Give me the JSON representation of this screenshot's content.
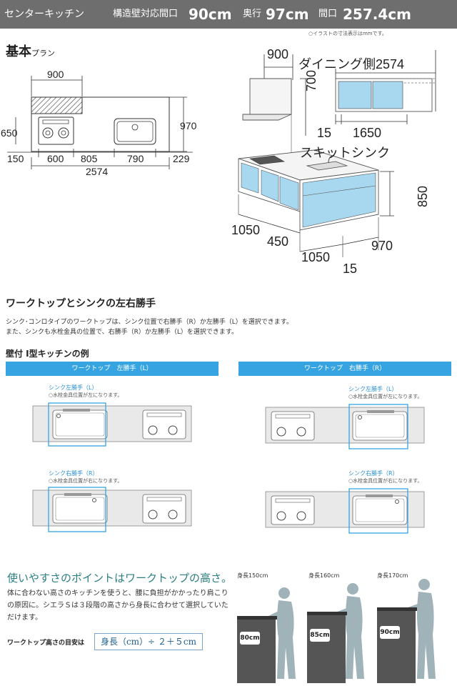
{
  "header": {
    "title": "センターキッチン",
    "width_label": "構造壁対応間口",
    "width_value": "90cm",
    "depth_label": "奥行",
    "depth_value": "97cm",
    "frontage_label": "間口",
    "frontage_value": "257.4cm"
  },
  "note_unit": "○イラストの寸法表示はmmです。",
  "plan": {
    "title_main": "基本",
    "title_sub": "プラン",
    "dims": {
      "top": "900",
      "left_height": "650",
      "right_height": "970",
      "d150": "150",
      "d600": "600",
      "d805": "805",
      "d790": "790",
      "d229": "229",
      "total": "2574"
    }
  },
  "elevation": {
    "hood_width": "900",
    "dining_side": "ダイニング側2574",
    "hood_height": "700",
    "d15": "15",
    "d1650": "1650",
    "sink_name": "スキットシンク",
    "counter_height": "850",
    "d1050a": "1050",
    "d450": "450",
    "d970": "970",
    "d1050b": "1050",
    "d15b": "15"
  },
  "worktop": {
    "title": "ワークトップとシンクの左右勝手",
    "desc1": "シンク･コンロタイプのワークトップは、シンク位置で右勝手（R）か左勝手（L）を選択できます。",
    "desc2": "また、シンクも水栓金具の位置で、右勝手（R）か左勝手（L）を選択できます。",
    "subtitle": "壁付 I型キッチンの例",
    "left_header": "ワークトップ　左勝手（L）",
    "right_header": "ワークトップ　右勝手（R）",
    "sink_l": "シンク左勝手（L）",
    "sink_l_note": "○水栓金具位置が左になります。",
    "sink_r": "シンク右勝手（R）",
    "sink_r_note": "○水栓金具位置が右になります。"
  },
  "height": {
    "title": "使いやすさのポイントはワークトップの高さ。",
    "body": "体に合わない高さのキッチンを使うと、腰に負担がかかったり肩こりの原因に。シエラＳは３段階の高さから身長に合わせて選択していただけます。",
    "guide_label": "ワークトップ高さの目安は",
    "formula": "身長（cm）÷ ２＋５cm",
    "figures": [
      {
        "height": "身長150cm",
        "counter": "80cm"
      },
      {
        "height": "身長160cm",
        "counter": "85cm"
      },
      {
        "height": "身長170cm",
        "counter": "90cm"
      }
    ]
  },
  "colors": {
    "header_bg": "#6e6e6e",
    "accent_blue": "#35a4e0",
    "cabinet_blue": "#a8d8f0",
    "green_title": "#2b7f83",
    "silhouette": "#9fb3b9"
  }
}
